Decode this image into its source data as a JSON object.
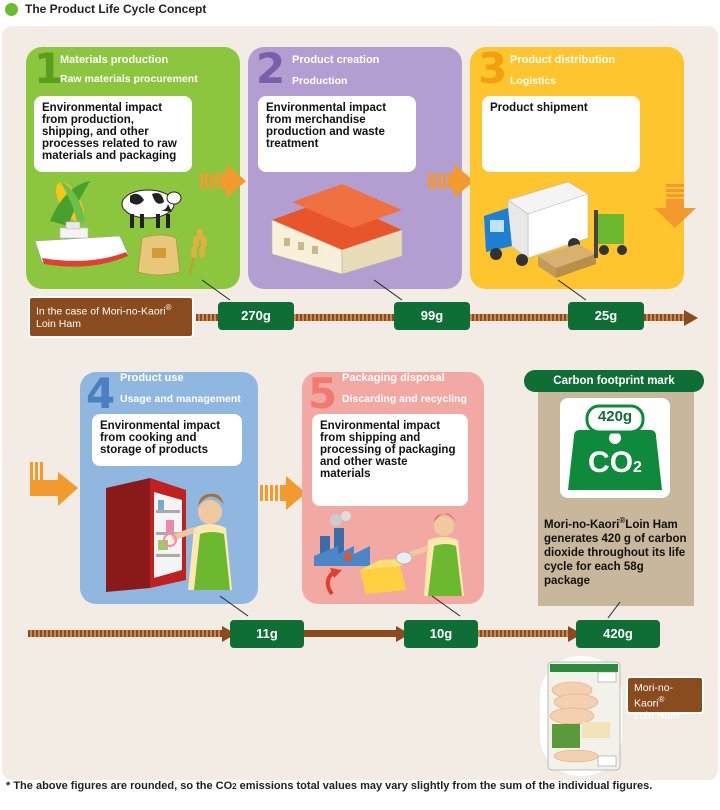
{
  "header": {
    "title": "The Product Life Cycle Concept"
  },
  "stages": [
    {
      "num": "1",
      "title": "Materials production",
      "sub": "Raw materials procurement",
      "impact": "Environmental impact from production, shipping, and other processes related to raw materials and packaging",
      "color": "#8cc63f"
    },
    {
      "num": "2",
      "title": "Product creation",
      "sub": "Production",
      "impact": "Environmental impact from merchandise production and waste treatment",
      "color": "#b39ed1"
    },
    {
      "num": "3",
      "title": "Product distribution",
      "sub": "Logistics",
      "impact": "Product shipment",
      "color": "#ffc52e"
    },
    {
      "num": "4",
      "title": "Product use",
      "sub": "Usage and management",
      "impact": "Environmental impact from cooking and storage of products",
      "color": "#8fb7e0"
    },
    {
      "num": "5",
      "title": "Packaging disposal",
      "sub": "Discarding and recycling",
      "impact": "Environmental impact from shipping and processing of packaging and other waste materials",
      "color": "#f2a9a3"
    }
  ],
  "case_label": {
    "line1": "In the case of Mori-no-Kaori",
    "reg": "®",
    "line2": "Loin Ham"
  },
  "values": {
    "v1": "270g",
    "v2": "99g",
    "v3": "25g",
    "v4": "11g",
    "v5": "10g",
    "total": "420g"
  },
  "carbon": {
    "heading": "Carbon footprint mark",
    "badge_value": "420g",
    "badge_co2": "CO",
    "badge_sub": "2",
    "desc_pre": "Mori-no-Kaori",
    "desc_reg": "®",
    "desc_post": "Loin Ham generates 420 g of carbon dioxide throughout its life cycle for each 58g package"
  },
  "product_label": {
    "line1": "Mori-no-Kaori",
    "reg": "®",
    "line2": "Loin Ham"
  },
  "footnote": {
    "pre": "* The above figures are rounded, so the CO",
    "sub": "2",
    "post": " emissions total values may vary slightly from the sum of the individual figures."
  }
}
